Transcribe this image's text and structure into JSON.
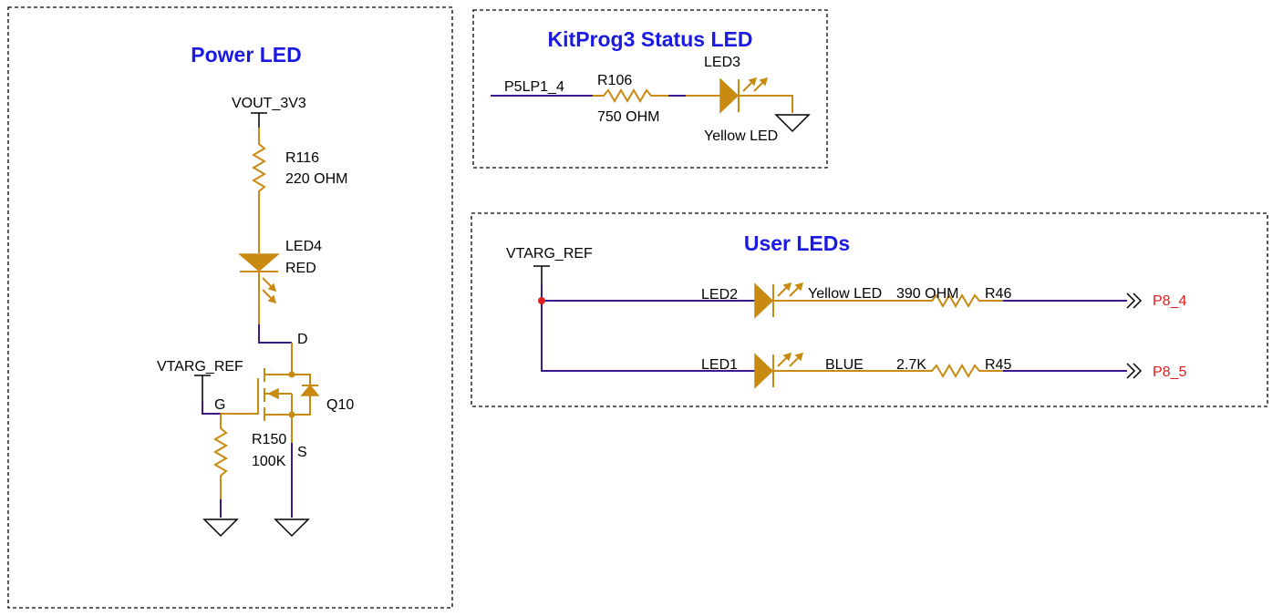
{
  "sections": {
    "power": {
      "title": "Power LED",
      "supply": "VOUT_3V3",
      "resistor_ref": "R116",
      "resistor_value": "220 OHM",
      "led_ref": "LED4",
      "led_color": "RED",
      "drain_label": "D",
      "gate_net": "VTARG_REF",
      "gate_label": "G",
      "fet_ref": "Q10",
      "pulldown_ref": "R150",
      "pulldown_value": "100K",
      "source_label": "S"
    },
    "kitprog": {
      "title": "KitProg3 Status LED",
      "net": "P5LP1_4",
      "resistor_ref": "R106",
      "resistor_value": "750 OHM",
      "led_ref": "LED3",
      "led_color": "Yellow LED"
    },
    "user": {
      "title": "User LEDs",
      "net": "VTARG_REF",
      "channels": [
        {
          "led_ref": "LED2",
          "led_color": "Yellow LED",
          "resistor_value": "390 OHM",
          "resistor_ref": "R46",
          "port": "P8_4"
        },
        {
          "led_ref": "LED1",
          "led_color": "BLUE",
          "resistor_value": "2.7K",
          "resistor_ref": "R45",
          "port": "P8_5"
        }
      ]
    }
  },
  "colors": {
    "wire_net": "#3a1a8c",
    "component": "#c88a10",
    "title": "#1a1ae0",
    "port_label": "#e02020",
    "junction": "#e02020"
  }
}
